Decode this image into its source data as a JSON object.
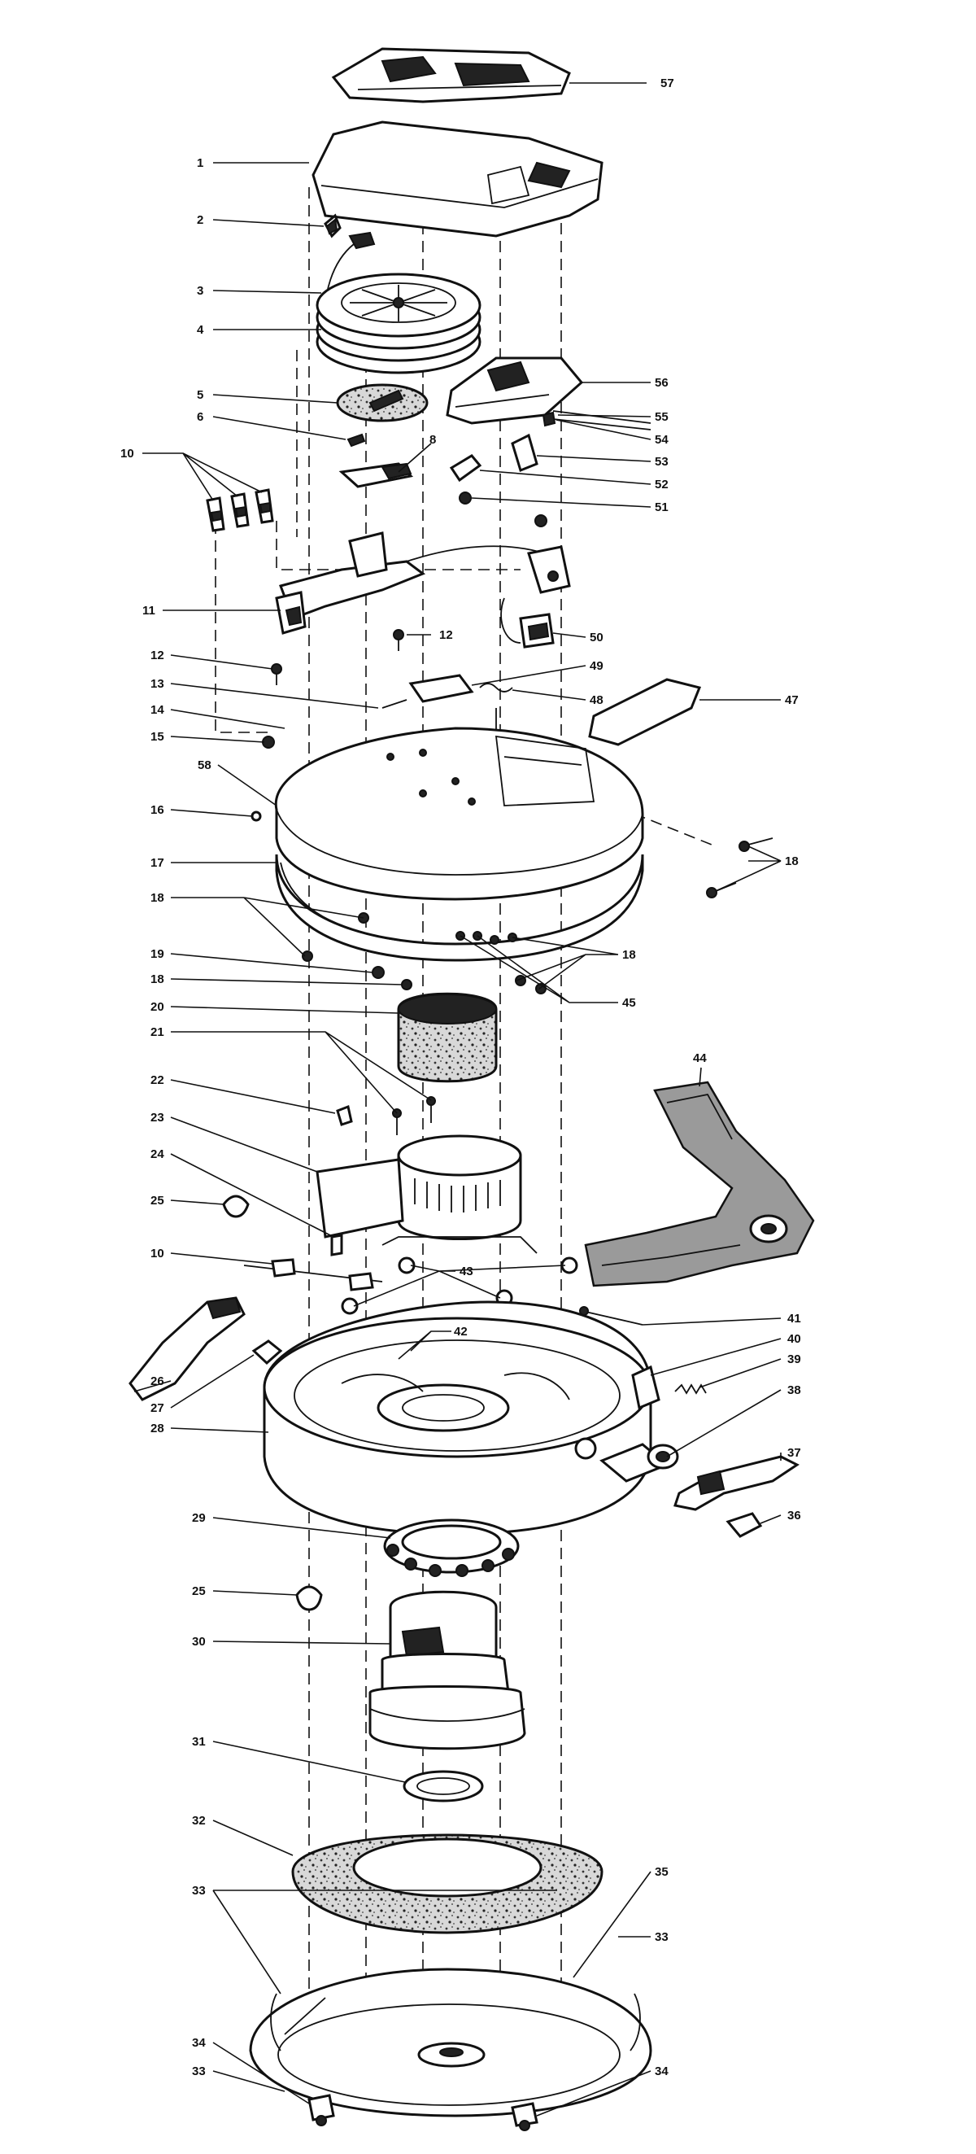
{
  "diagram": {
    "callouts": [
      {
        "id": "1",
        "text": "1"
      },
      {
        "id": "2",
        "text": "2"
      },
      {
        "id": "3",
        "text": "3"
      },
      {
        "id": "4",
        "text": "4"
      },
      {
        "id": "5",
        "text": "5"
      },
      {
        "id": "6",
        "text": "6"
      },
      {
        "id": "8",
        "text": "8"
      },
      {
        "id": "10a",
        "text": "10"
      },
      {
        "id": "11",
        "text": "11"
      },
      {
        "id": "12a",
        "text": "12"
      },
      {
        "id": "12b",
        "text": "12"
      },
      {
        "id": "13",
        "text": "13"
      },
      {
        "id": "14",
        "text": "14"
      },
      {
        "id": "15",
        "text": "15"
      },
      {
        "id": "16",
        "text": "16"
      },
      {
        "id": "17",
        "text": "17"
      },
      {
        "id": "18a",
        "text": "18"
      },
      {
        "id": "18b",
        "text": "18"
      },
      {
        "id": "18c",
        "text": "18"
      },
      {
        "id": "18d",
        "text": "18"
      },
      {
        "id": "19",
        "text": "19"
      },
      {
        "id": "20",
        "text": "20"
      },
      {
        "id": "21",
        "text": "21"
      },
      {
        "id": "22",
        "text": "22"
      },
      {
        "id": "23",
        "text": "23"
      },
      {
        "id": "24",
        "text": "24"
      },
      {
        "id": "25a",
        "text": "25"
      },
      {
        "id": "25b",
        "text": "25"
      },
      {
        "id": "26",
        "text": "26"
      },
      {
        "id": "27",
        "text": "27"
      },
      {
        "id": "28",
        "text": "28"
      },
      {
        "id": "29",
        "text": "29"
      },
      {
        "id": "30",
        "text": "30"
      },
      {
        "id": "31",
        "text": "31"
      },
      {
        "id": "32",
        "text": "32"
      },
      {
        "id": "33a",
        "text": "33"
      },
      {
        "id": "33b",
        "text": "33"
      },
      {
        "id": "33c",
        "text": "33"
      },
      {
        "id": "34a",
        "text": "34"
      },
      {
        "id": "34b",
        "text": "34"
      },
      {
        "id": "35",
        "text": "35"
      },
      {
        "id": "36",
        "text": "36"
      },
      {
        "id": "37",
        "text": "37"
      },
      {
        "id": "38",
        "text": "38"
      },
      {
        "id": "39",
        "text": "39"
      },
      {
        "id": "40",
        "text": "40"
      },
      {
        "id": "41",
        "text": "41"
      },
      {
        "id": "42",
        "text": "42"
      },
      {
        "id": "43",
        "text": "43"
      },
      {
        "id": "44",
        "text": "44"
      },
      {
        "id": "45",
        "text": "45"
      },
      {
        "id": "47",
        "text": "47"
      },
      {
        "id": "48",
        "text": "48"
      },
      {
        "id": "49",
        "text": "49"
      },
      {
        "id": "50",
        "text": "50"
      },
      {
        "id": "51",
        "text": "51"
      },
      {
        "id": "52",
        "text": "52"
      },
      {
        "id": "53",
        "text": "53"
      },
      {
        "id": "54",
        "text": "54"
      },
      {
        "id": "55",
        "text": "55"
      },
      {
        "id": "56",
        "text": "56"
      },
      {
        "id": "57",
        "text": "57"
      },
      {
        "id": "58",
        "text": "58"
      },
      {
        "id": "10b",
        "text": "10"
      }
    ]
  }
}
